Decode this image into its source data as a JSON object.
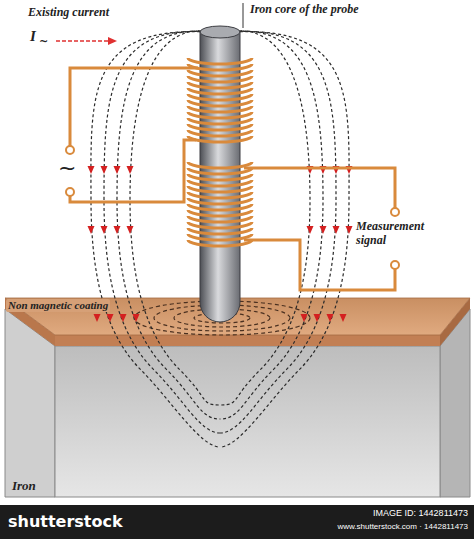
{
  "diagram": {
    "labels": [
      "Existing current",
      "I",
      "~",
      "~",
      "Iron core of the probe",
      "Measurement signal",
      "Non magnetic coating",
      "Iron",
      "shutterstock",
      "IMAGE ID: 1442811473",
      "www.shutterstock.com · 1442811473"
    ]
  }
}
